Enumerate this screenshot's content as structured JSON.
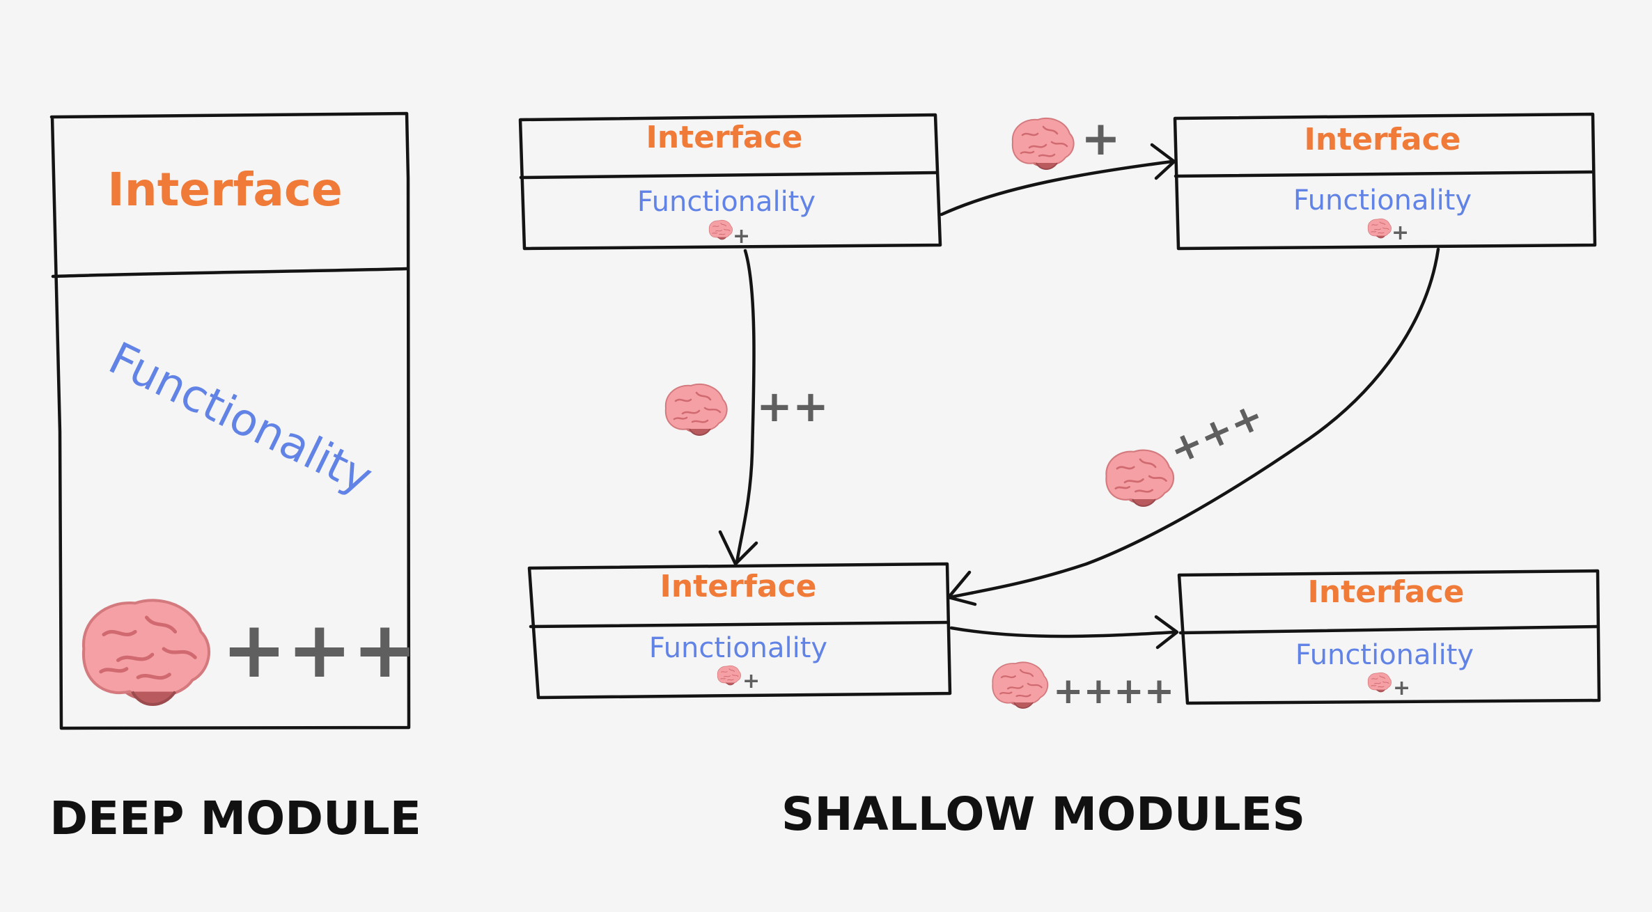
{
  "colors": {
    "background": "#f5f5f5",
    "interface": "#f07a38",
    "functionality": "#6283e6",
    "plus": "#5f5f5f",
    "stroke": "#141414",
    "brain": "#f4a0a4"
  },
  "deep_module": {
    "interface_label": "Interface",
    "functionality_label": "Functionality",
    "cost_icon": "brain-icon",
    "cost_plus": "+++",
    "caption": "DEEP MODULE"
  },
  "shallow_modules": {
    "caption": "SHALLOW MODULES",
    "modules": [
      {
        "interface_label": "Interface",
        "functionality_label": "Functionality",
        "cost_plus": "+"
      },
      {
        "interface_label": "Interface",
        "functionality_label": "Functionality",
        "cost_plus": "+"
      },
      {
        "interface_label": "Interface",
        "functionality_label": "Functionality",
        "cost_plus": "+"
      },
      {
        "interface_label": "Interface",
        "functionality_label": "Functionality",
        "cost_plus": "+"
      }
    ],
    "connections": [
      {
        "from": "top-left",
        "to": "top-right",
        "cost_plus": "+"
      },
      {
        "from": "top-left",
        "to": "bottom-left",
        "cost_plus": "++"
      },
      {
        "from": "top-right",
        "to": "bottom-left",
        "cost_plus": "+++"
      },
      {
        "from": "bottom-left",
        "to": "bottom-right",
        "cost_plus": "++++"
      }
    ]
  }
}
